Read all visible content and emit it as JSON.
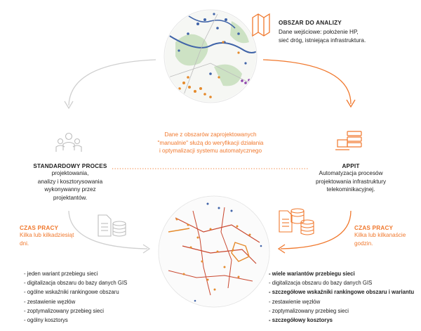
{
  "obszar": {
    "title": "OBSZAR DO ANALIZY",
    "desc": [
      "Dane wejściowe: położenie HP,",
      "sieć dróg, istniejąca infrastruktura."
    ]
  },
  "center_note": [
    "Dane z obszarów zaprojektowanych",
    "\"manualnie\" służą do weryfikacji działania",
    "i optymalizacji systemu automatycznego"
  ],
  "standard": {
    "title": "STANDARDOWY PROCES",
    "desc": [
      "projektowania,",
      "analizy i kosztorysowania",
      "wykonywanny przez projektantów."
    ],
    "time_title": "CZAS PRACY",
    "time_desc": [
      "Kilka lub kilkadziesiąt",
      "dni."
    ],
    "items": [
      {
        "text": "jeden wariant przebiegu sieci",
        "bold": false
      },
      {
        "text": "digitalizacja obszaru do bazy danych GIS",
        "bold": false
      },
      {
        "text": "ogólne wskaźniki rankingowe obszaru",
        "bold": false
      },
      {
        "text": "zestawienie węzłów",
        "bold": false
      },
      {
        "text": "zoptymalizowany przebieg sieci",
        "bold": false
      },
      {
        "text": "ogólny kosztorys",
        "bold": false
      }
    ]
  },
  "appit": {
    "title": "APPIT",
    "desc": [
      "Automatyzacja procesów",
      "projektowania infrastruktury",
      "telekominikacyjnej."
    ],
    "time_title": "CZAS PRACY",
    "time_desc": [
      "Kilka lub kilkanaście",
      "godzin."
    ],
    "items": [
      {
        "text": "wiele wariantów przebiegu sieci",
        "bold": true
      },
      {
        "text": "digitalizacja obszaru do bazy danych GIS",
        "bold": false
      },
      {
        "text": "szczegółowe wskaźniki rankingowe obszaru i wariantu",
        "bold": true
      },
      {
        "text": "zestawienie węzłów",
        "bold": false
      },
      {
        "text": "zoptymalizowany przebieg sieci",
        "bold": false
      },
      {
        "text": "szczegółowy kosztorys",
        "bold": true
      }
    ]
  },
  "colors": {
    "accent": "#f0782d",
    "arrow_gray": "#cfcfcf",
    "map_blue": "#3f63a8",
    "map_green": "#cde2c4",
    "map_orange": "#e58a2b"
  },
  "icons": [
    "map-icon",
    "people-icon",
    "server-computer-icon",
    "document-database-icon",
    "database-document-icon"
  ]
}
